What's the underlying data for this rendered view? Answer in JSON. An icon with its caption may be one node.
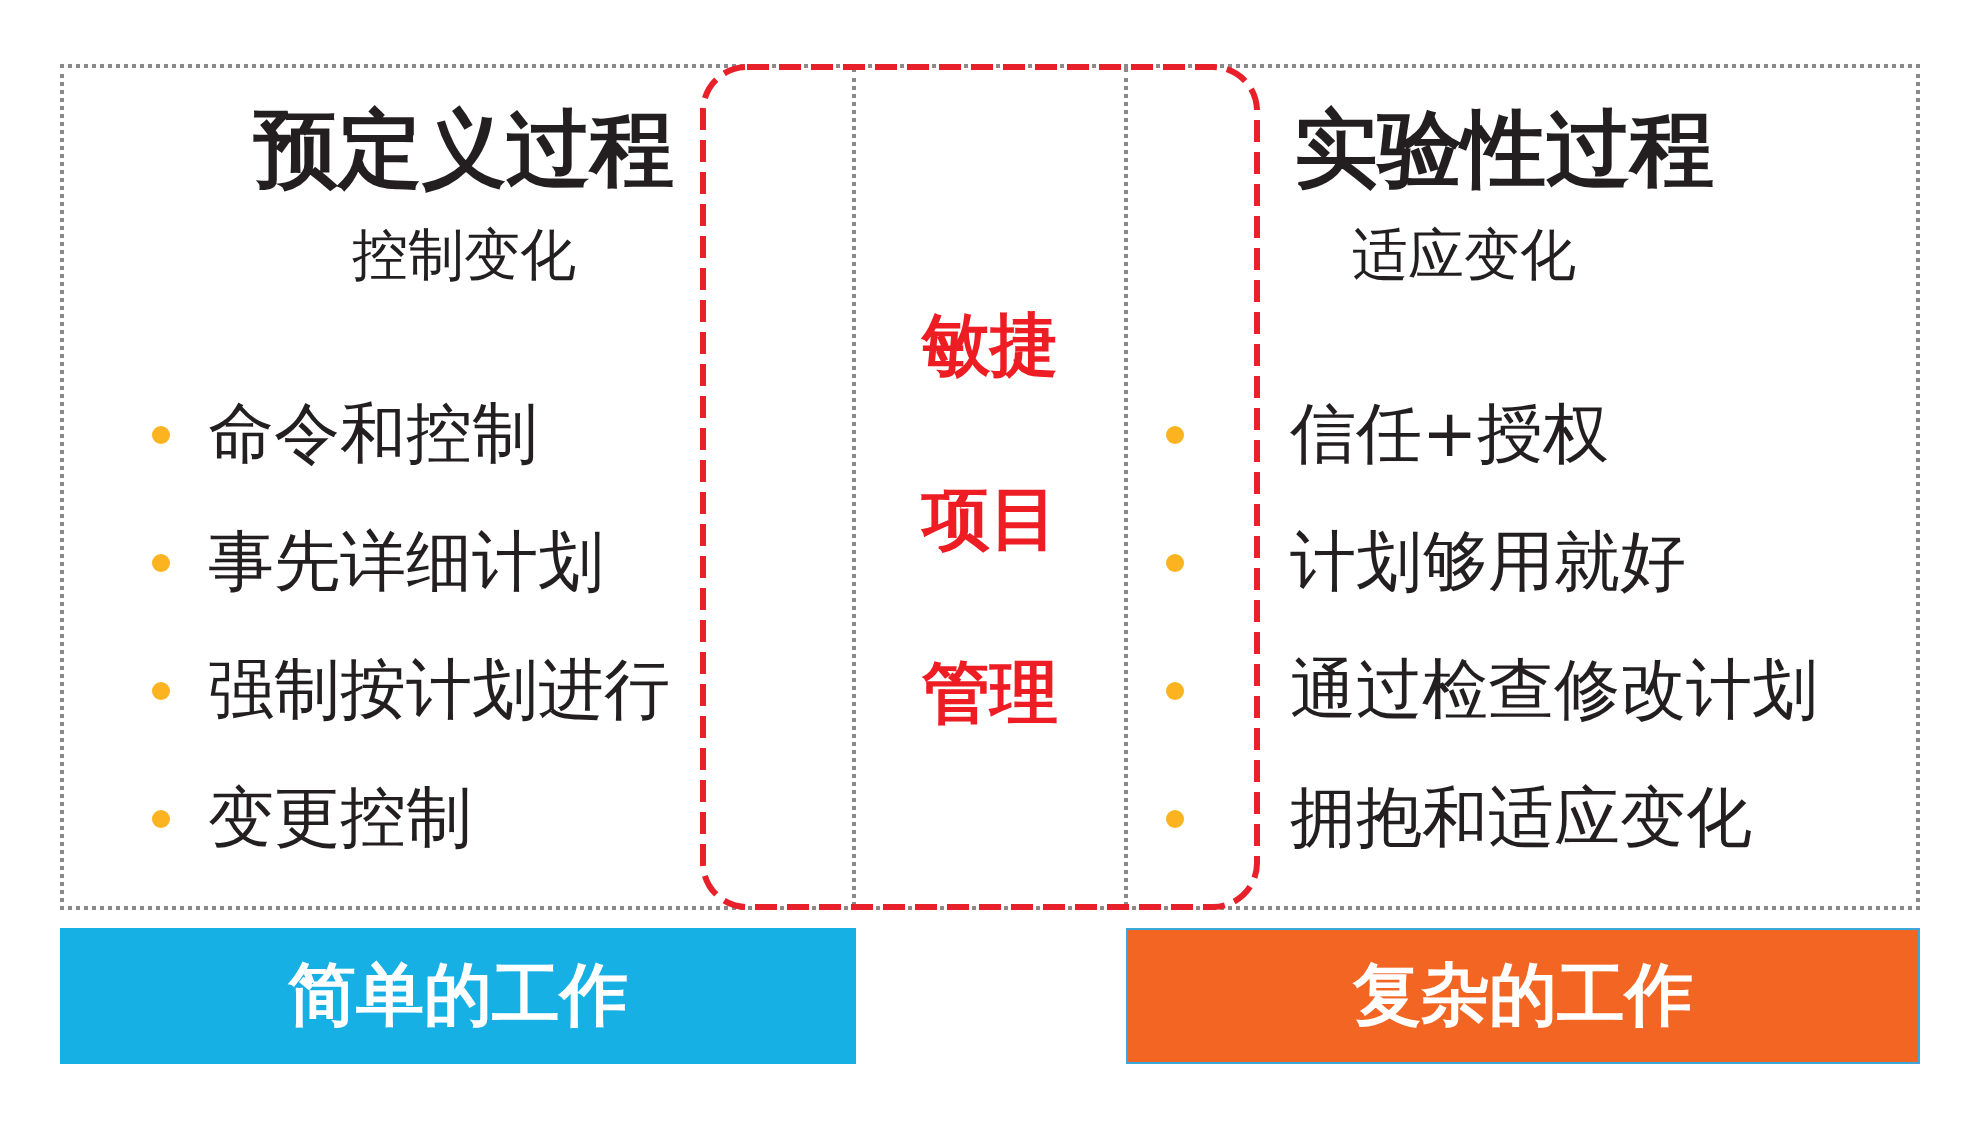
{
  "diagram": {
    "nodes": [
      {
        "text": [],
        "shape": "box"
      },
      {
        "text": [
          "预定义过程",
          "控制变化",
          "命令和控制",
          "事先详细计划",
          "强制按计划进行",
          "变更控制"
        ],
        "in": 0
      },
      {
        "text": [
          "敏捷项目管理"
        ],
        "in": 0
      },
      {
        "text": [
          "实验性过程",
          "适应变化",
          "信任+授权",
          "计划够用就好",
          "通过检查修改计划",
          "拥抱和适应变化"
        ],
        "in": 0
      },
      {
        "text": [
          "简单的工作"
        ]
      },
      {
        "text": [
          "复杂的工作"
        ]
      }
    ]
  }
}
